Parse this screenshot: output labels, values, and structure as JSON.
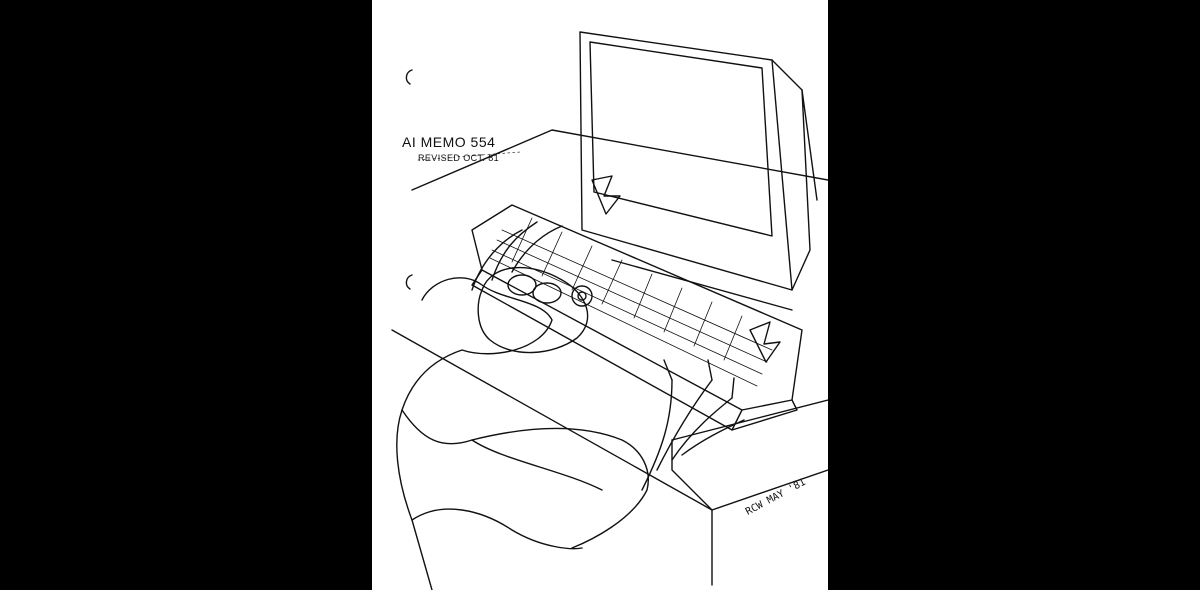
{
  "memo": {
    "title": "AI MEMO 554",
    "subtitle": "REVISED OCT. 81"
  },
  "illustration": {
    "signature": "RCW MAY '81",
    "colors": {
      "background": "#000000",
      "paper": "#ffffff",
      "ink": "#111111"
    }
  }
}
